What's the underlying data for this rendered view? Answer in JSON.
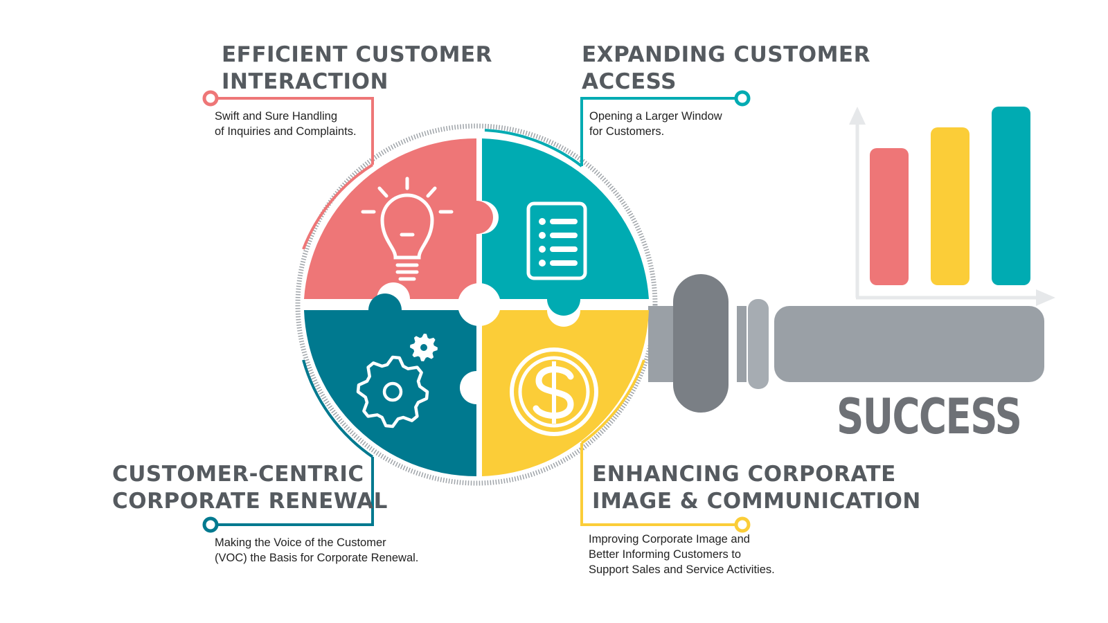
{
  "sections": [
    {
      "title_line1": "EFFICIENT CUSTOMER",
      "title_line2": "INTERACTION",
      "desc_line1": "Swift and Sure Handling",
      "desc_line2": "of Inquiries and Complaints.",
      "desc_line3": "",
      "color": "#ee7677",
      "icon": "lightbulb-icon"
    },
    {
      "title_line1": "EXPANDING CUSTOMER",
      "title_line2": "ACCESS",
      "desc_line1": "Opening a Larger Window",
      "desc_line2": "for Customers.",
      "desc_line3": "",
      "color": "#00abb2",
      "icon": "list-document-icon"
    },
    {
      "title_line1": "CUSTOMER-CENTRIC",
      "title_line2": "CORPORATE RENEWAL",
      "desc_line1": "Making the Voice of the Customer",
      "desc_line2": "(VOC) the Basis for Corporate Renewal.",
      "desc_line3": "",
      "color": "#00798f",
      "icon": "gears-icon"
    },
    {
      "title_line1": "ENHANCING CORPORATE",
      "title_line2": "IMAGE & COMMUNICATION",
      "desc_line1": "Improving Corporate Image and",
      "desc_line2": "Better Informing Customers to",
      "desc_line3": "Support Sales and Service Activities.",
      "color": "#fbcd38",
      "icon": "dollar-coin-icon"
    }
  ],
  "success_label": "SUCCESS",
  "bar_chart": {
    "values": [
      0.66,
      0.76,
      0.86
    ],
    "colors": [
      "#ee7677",
      "#fbcd38",
      "#00abb2"
    ]
  },
  "colors": {
    "heading": "#555a5f",
    "handle": "#9aa0a6",
    "handle_dark": "#7a7f85"
  }
}
